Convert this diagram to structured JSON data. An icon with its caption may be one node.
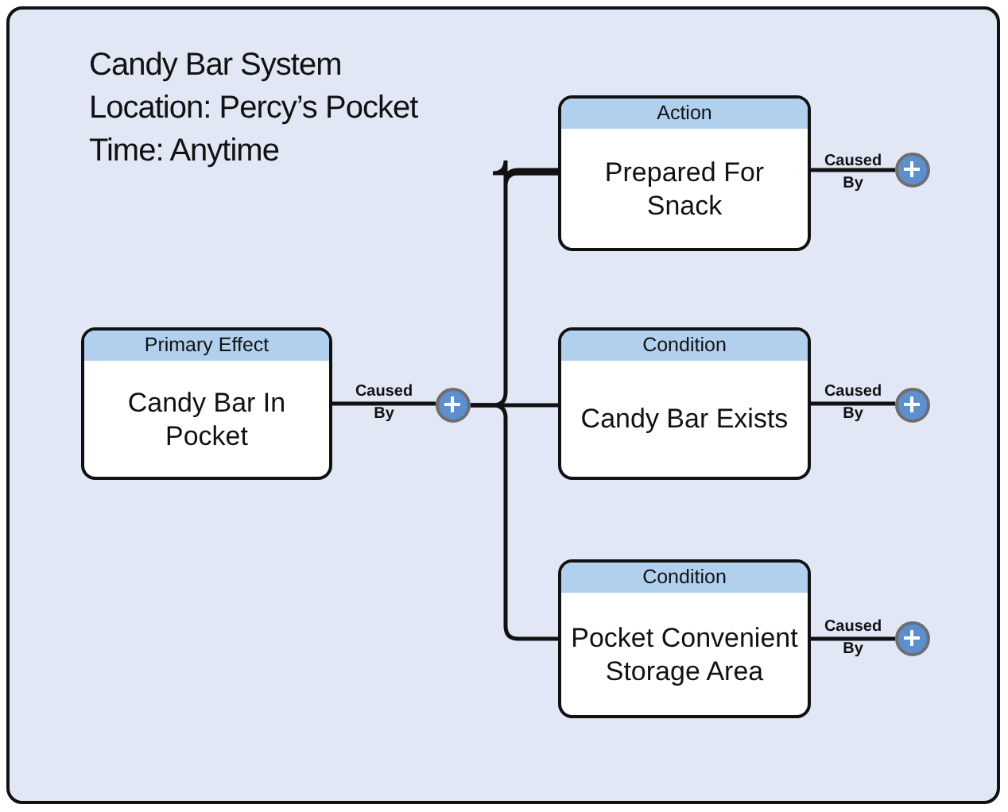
{
  "diagram": {
    "nodes": [
      {
        "text": [
          "Primary Effect",
          "Candy Bar In Pocket"
        ]
      },
      {
        "text": [],
        "shape": "circle"
      },
      {
        "text": [
          "Action",
          "Prepared For Snack"
        ]
      },
      {
        "text": [
          "Condition",
          "Candy Bar Exists"
        ]
      },
      {
        "text": [
          "Condition",
          "Pocket Convenient Storage Area"
        ]
      },
      {
        "text": [],
        "shape": "circle"
      },
      {
        "text": [],
        "shape": "circle"
      },
      {
        "text": [],
        "shape": "circle"
      }
    ],
    "edges": [
      {
        "from": 0,
        "to": 1,
        "arrow": "none",
        "label": "Caused By"
      },
      {
        "from": 1,
        "to": 2,
        "arrow": "none"
      },
      {
        "from": 1,
        "to": 3,
        "arrow": "none"
      },
      {
        "from": 1,
        "to": 4,
        "arrow": "none"
      },
      {
        "from": 2,
        "to": 5,
        "arrow": "none",
        "label": "Caused By"
      },
      {
        "from": 3,
        "to": 6,
        "arrow": "none",
        "label": "Caused By"
      },
      {
        "from": 4,
        "to": 7,
        "arrow": "none",
        "label": "Caused By"
      }
    ],
    "labels": [
      "Candy Bar System",
      "Location: Percy’s Pocket",
      "Time: Anytime"
    ]
  }
}
